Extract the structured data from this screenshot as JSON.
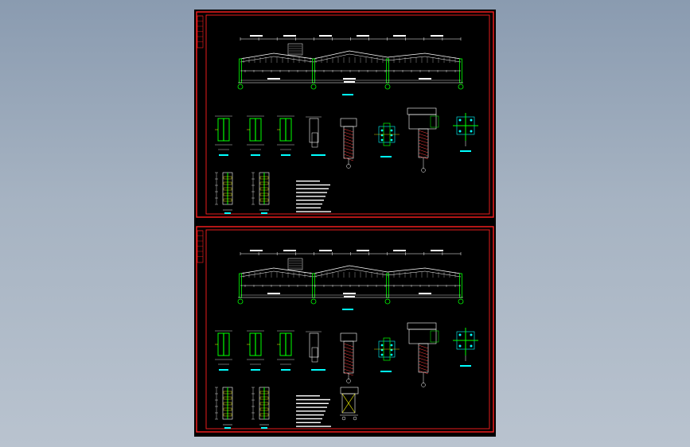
{
  "viewport": {
    "background": "#a6b3c2"
  },
  "drawing": {
    "background": "#000000",
    "frame_color": "#ff2020",
    "colors": {
      "structure": "#ffffff",
      "column": "#00ff00",
      "dimension": "#ffffff",
      "annotation": "#00ffff",
      "hatch": "#ff4040",
      "weld": "#ffff00"
    },
    "sheets": [
      {
        "id": "upper",
        "elevation": {
          "grid_bubbles": 4,
          "spans": 3
        },
        "section_details": 4,
        "node_details": 4,
        "base_details": 2,
        "notes_lines": 9
      },
      {
        "id": "lower",
        "elevation": {
          "grid_bubbles": 4,
          "spans": 3
        },
        "section_details": 4,
        "node_details": 4,
        "base_details": 2,
        "notes_lines": 9,
        "extra_detail": true
      }
    ]
  }
}
